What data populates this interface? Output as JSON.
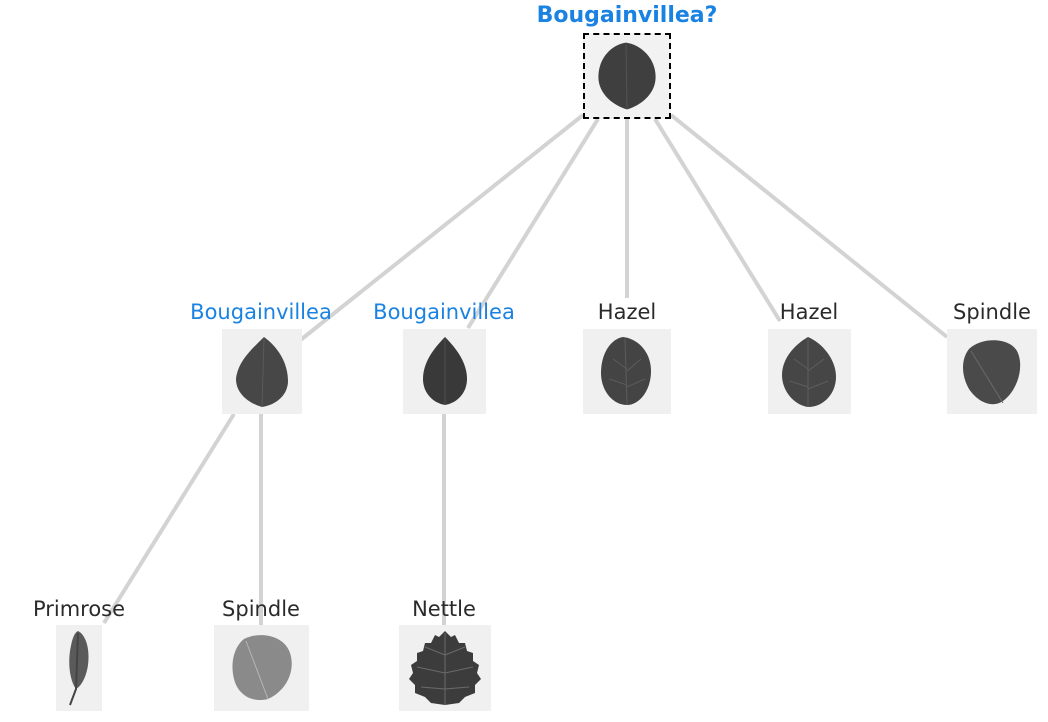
{
  "colors": {
    "highlight": "#1a82e2",
    "text": "#2a2a2a",
    "edge": "#d3d3d3",
    "thumb_bg": "#f0f0f0",
    "leaf": "#3f3f3f"
  },
  "tree": {
    "root": {
      "label": "Bougainvillea?",
      "highlighted": true,
      "selected": true
    },
    "level1": [
      {
        "label": "Bougainvillea",
        "highlighted": true
      },
      {
        "label": "Bougainvillea",
        "highlighted": true
      },
      {
        "label": "Hazel",
        "highlighted": false
      },
      {
        "label": "Hazel",
        "highlighted": false
      },
      {
        "label": "Spindle",
        "highlighted": false
      }
    ],
    "level2": [
      {
        "label": "Primrose",
        "parent": 0,
        "highlighted": false
      },
      {
        "label": "Spindle",
        "parent": 0,
        "highlighted": false
      },
      {
        "label": "Nettle",
        "parent": 1,
        "highlighted": false
      }
    ]
  }
}
